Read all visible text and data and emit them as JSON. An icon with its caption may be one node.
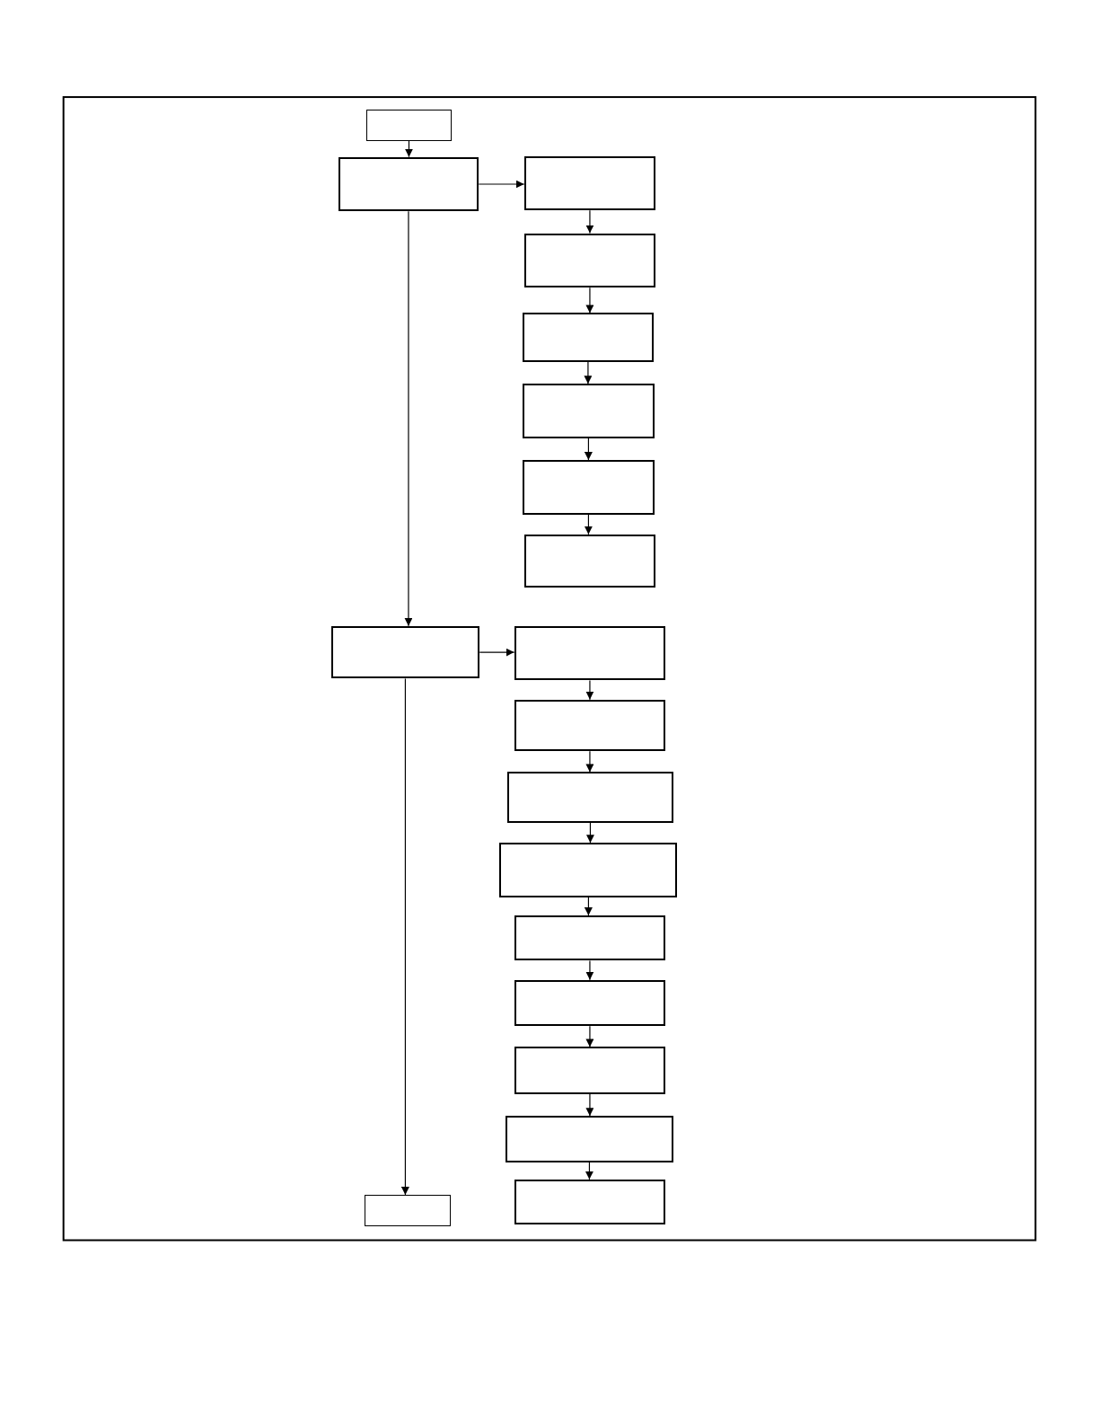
{
  "diagram": {
    "nodes": [
      {
        "text": [],
        "shape": "box"
      },
      {
        "text": [],
        "shape": "box"
      },
      {
        "text": [],
        "shape": "box"
      },
      {
        "text": [],
        "shape": "box"
      },
      {
        "text": [],
        "shape": "box"
      },
      {
        "text": [],
        "shape": "box"
      },
      {
        "text": [],
        "shape": "box"
      },
      {
        "text": [],
        "shape": "box"
      },
      {
        "text": [],
        "shape": "box"
      },
      {
        "text": [],
        "shape": "box"
      },
      {
        "text": [],
        "shape": "box"
      },
      {
        "text": [],
        "shape": "box"
      },
      {
        "text": [],
        "shape": "box"
      },
      {
        "text": [],
        "shape": "box"
      },
      {
        "text": [],
        "shape": "box"
      },
      {
        "text": [],
        "shape": "box"
      },
      {
        "text": [],
        "shape": "box"
      },
      {
        "text": [],
        "shape": "box"
      },
      {
        "text": [],
        "shape": "box"
      }
    ],
    "edges": [
      {
        "from": 0,
        "to": 1,
        "arrow": "to"
      },
      {
        "from": 1,
        "to": 2,
        "arrow": "to"
      },
      {
        "from": 2,
        "to": 3,
        "arrow": "to"
      },
      {
        "from": 3,
        "to": 4,
        "arrow": "to"
      },
      {
        "from": 4,
        "to": 5,
        "arrow": "to"
      },
      {
        "from": 5,
        "to": 6,
        "arrow": "to"
      },
      {
        "from": 6,
        "to": 7,
        "arrow": "to"
      },
      {
        "from": 1,
        "to": 8,
        "arrow": "to"
      },
      {
        "from": 8,
        "to": 9,
        "arrow": "to"
      },
      {
        "from": 9,
        "to": 10,
        "arrow": "to"
      },
      {
        "from": 10,
        "to": 11,
        "arrow": "to"
      },
      {
        "from": 11,
        "to": 12,
        "arrow": "to"
      },
      {
        "from": 12,
        "to": 13,
        "arrow": "to"
      },
      {
        "from": 13,
        "to": 14,
        "arrow": "to"
      },
      {
        "from": 14,
        "to": 15,
        "arrow": "to"
      },
      {
        "from": 15,
        "to": 16,
        "arrow": "to"
      },
      {
        "from": 16,
        "to": 17,
        "arrow": "to"
      },
      {
        "from": 8,
        "to": 18,
        "arrow": "to"
      }
    ]
  }
}
